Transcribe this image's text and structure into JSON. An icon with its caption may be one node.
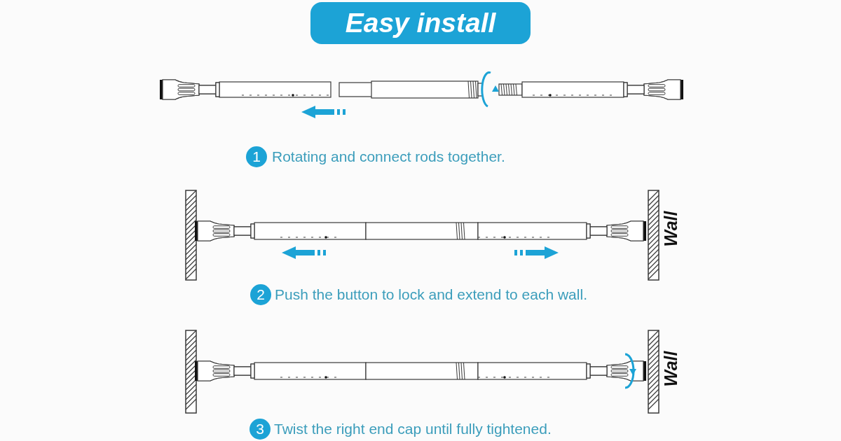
{
  "diagram": {
    "title": "Easy install",
    "nodes": [
      {
        "text": [
          "1"
        ],
        "beside": [
          "Rotating and connect rods together."
        ]
      },
      {
        "text": [
          "2"
        ],
        "beside": [
          "Push the button to lock and extend to each wall."
        ]
      },
      {
        "text": [
          "3"
        ],
        "beside": [
          "Twist the right end cap until fully tightened."
        ]
      }
    ],
    "labels": [
      "Wall",
      "Wall"
    ]
  }
}
